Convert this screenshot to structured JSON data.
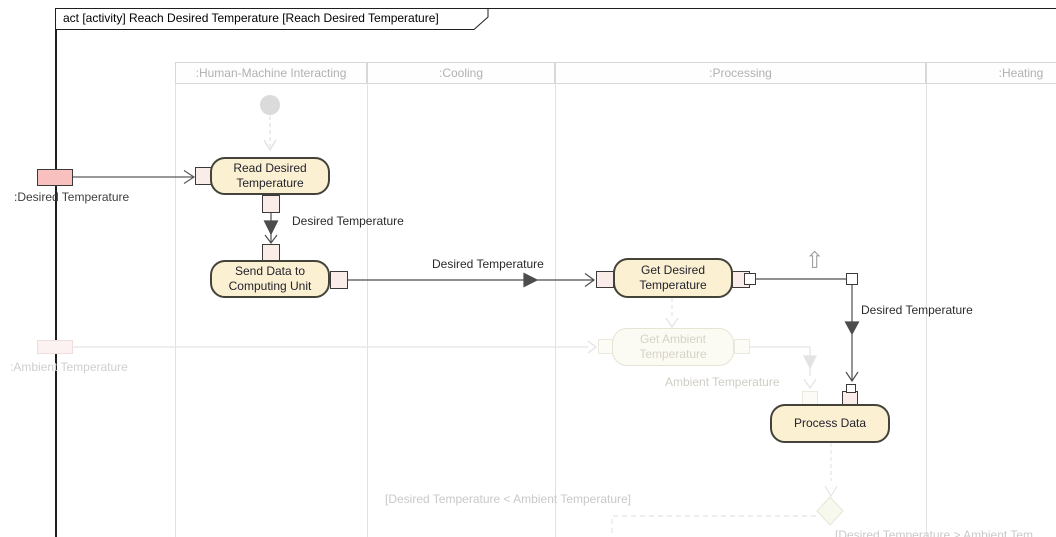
{
  "frame": {
    "title": "act [activity] Reach Desired Temperature [Reach Desired Temperature]"
  },
  "lanes": [
    {
      "label": ":Human-Machine Interacting"
    },
    {
      "label": ":Cooling"
    },
    {
      "label": ":Processing"
    },
    {
      "label": ":Heating"
    }
  ],
  "parameters": {
    "desired": {
      "label": ":Desired Temperature",
      "state": "active"
    },
    "ambient": {
      "label": ":Ambient Temperature",
      "state": "faded"
    }
  },
  "nodes": {
    "read": {
      "label": "Read Desired\nTemperature"
    },
    "send": {
      "label": "Send Data to\nComputing Unit"
    },
    "get_desired": {
      "label": "Get Desired\nTemperature"
    },
    "get_ambient": {
      "label": "Get Ambient\nTemperature"
    },
    "process": {
      "label": "Process Data"
    }
  },
  "flow_labels": {
    "read_to_send": "Desired Temperature",
    "send_to_get": "Desired Temperature",
    "get_to_process": "Desired Temperature",
    "ambient_to_process": "Ambient Temperature",
    "guard_less": "[Desired Temperature < Ambient Temperature]",
    "guard_greater": "[Desired Temperature >  Ambient Tem"
  },
  "icons": {
    "up_arrow": "⇧"
  },
  "colors": {
    "action_fill": "#fbf0d2",
    "action_border": "#43433a",
    "pin_fill": "#f9ece9",
    "parameter_fill": "#f9c0c0",
    "connector": "#4d4d4d",
    "faded_element": "#e3e3e3",
    "faded_text": "#cfcdc3",
    "lane_header_text": "#b2b0b0",
    "diamond_fill": "#f7f9ee"
  }
}
